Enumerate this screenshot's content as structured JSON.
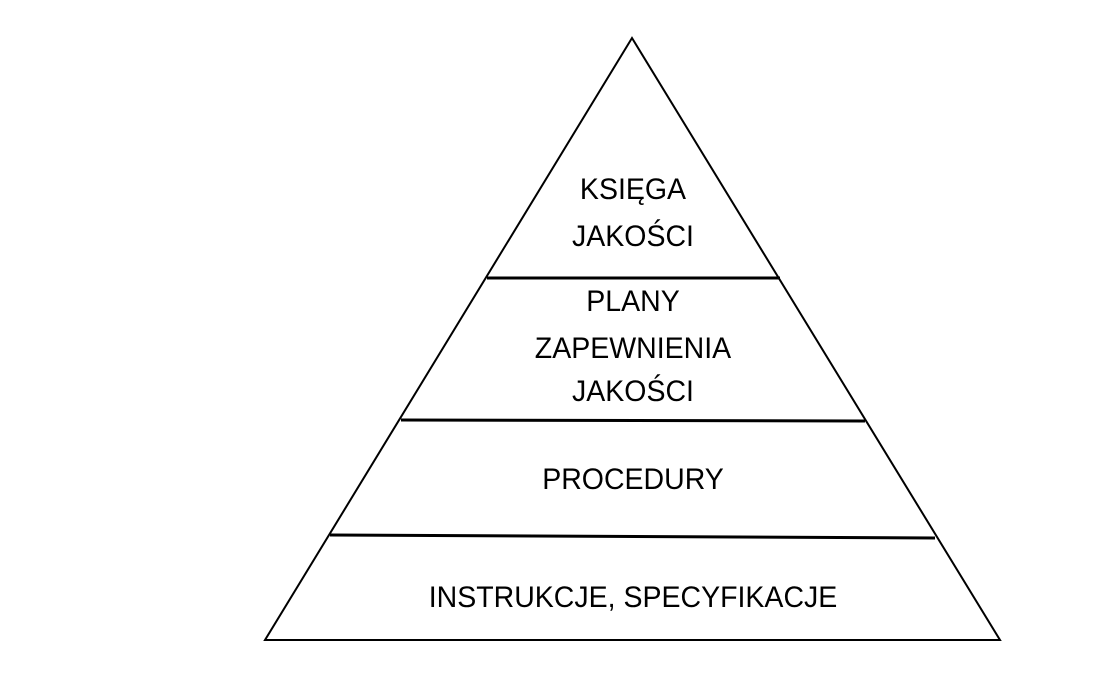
{
  "diagram": {
    "type": "pyramid",
    "levels": [
      {
        "lines": [
          "KSIĘGA",
          "JAKOŚCI"
        ]
      },
      {
        "lines": [
          "PLANY",
          "ZAPEWNIENIA",
          "JAKOŚCI"
        ]
      },
      {
        "lines": [
          "PROCEDURY"
        ]
      },
      {
        "lines": [
          "INSTRUKCJE, SPECYFIKACJE"
        ]
      }
    ]
  }
}
